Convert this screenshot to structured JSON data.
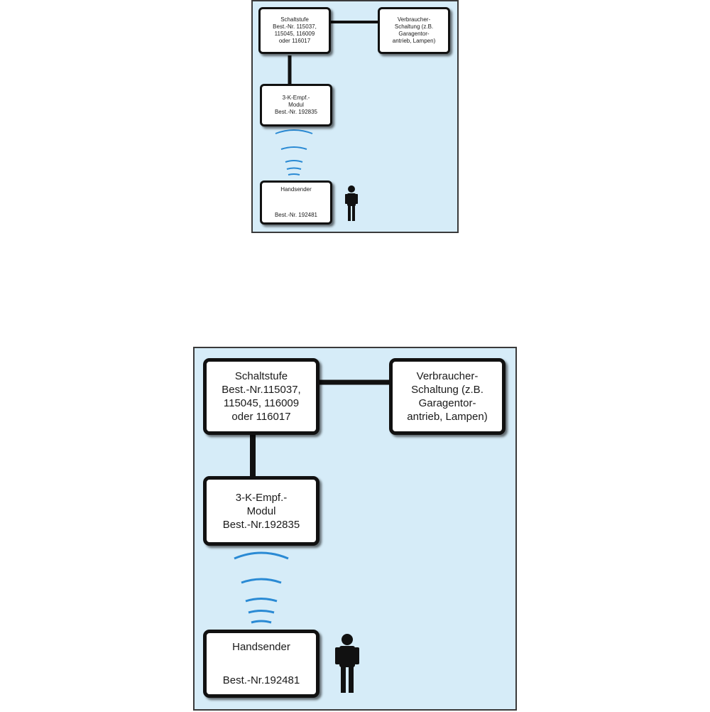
{
  "small_diagram": {
    "schaltstufe": [
      "Schaltstufe",
      "Best.-Nr. 115037,",
      "115045, 116009",
      "oder 116017"
    ],
    "verbraucher": [
      "Verbraucher-",
      "Schaltung (z.B.",
      "Garagentor-",
      "antrieb, Lampen)"
    ],
    "empfaenger": [
      "3-K-Empf.-",
      "Modul",
      "Best.-Nr. 192835"
    ],
    "handsender": [
      "Handsender",
      "Best.-Nr. 192481"
    ]
  },
  "large_diagram": {
    "schaltstufe": [
      "Schaltstufe",
      "Best.-Nr.115037,",
      "115045, 116009",
      "oder 116017"
    ],
    "verbraucher": [
      "Verbraucher-",
      "Schaltung (z.B.",
      "Garagentor-",
      "antrieb, Lampen)"
    ],
    "empfaenger": [
      "3-K-Empf.-",
      "Modul",
      "Best.-Nr.192835"
    ],
    "handsender": [
      "Handsender",
      "Best.-Nr.192481"
    ]
  },
  "colors": {
    "panel_background": "#d6ecf8",
    "box_border": "#111111",
    "connector": "#111111",
    "radio_waves": "#2a8ad4",
    "person": "#111111"
  },
  "icons": [
    "radio-waves-icon",
    "person-icon"
  ]
}
